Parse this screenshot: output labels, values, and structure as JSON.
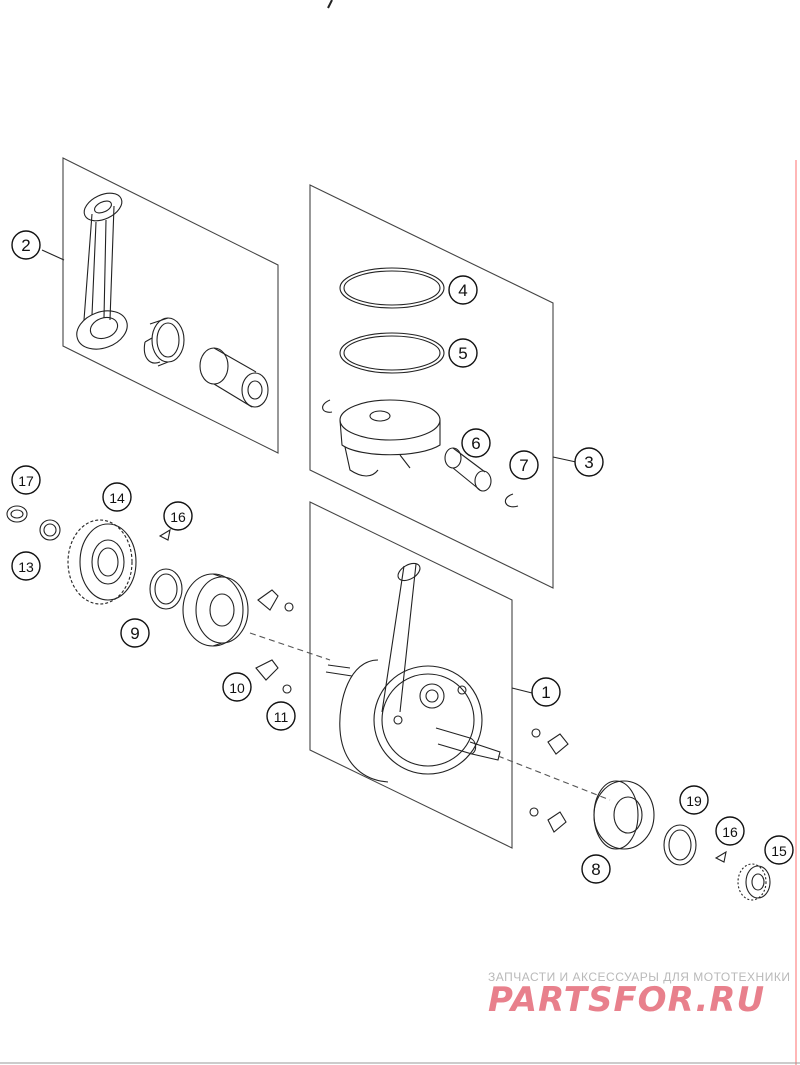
{
  "diagram": {
    "callouts": [
      {
        "id": "1",
        "label": "1"
      },
      {
        "id": "2",
        "label": "2"
      },
      {
        "id": "3",
        "label": "3"
      },
      {
        "id": "4",
        "label": "4"
      },
      {
        "id": "5",
        "label": "5"
      },
      {
        "id": "6",
        "label": "6"
      },
      {
        "id": "7",
        "label": "7"
      },
      {
        "id": "8",
        "label": "8"
      },
      {
        "id": "9",
        "label": "9"
      },
      {
        "id": "10",
        "label": "10"
      },
      {
        "id": "11",
        "label": "11"
      },
      {
        "id": "13",
        "label": "13"
      },
      {
        "id": "14",
        "label": "14"
      },
      {
        "id": "15",
        "label": "15"
      },
      {
        "id": "16a",
        "label": "16"
      },
      {
        "id": "16b",
        "label": "16"
      },
      {
        "id": "17",
        "label": "17"
      },
      {
        "id": "19",
        "label": "19"
      }
    ]
  },
  "watermark": {
    "tagline": "ЗАПЧАСТИ И АКСЕССУАРЫ ДЛЯ МОТОТЕХНИКИ",
    "logo": "PARTSFOR.RU",
    "color": "#e8808c"
  }
}
